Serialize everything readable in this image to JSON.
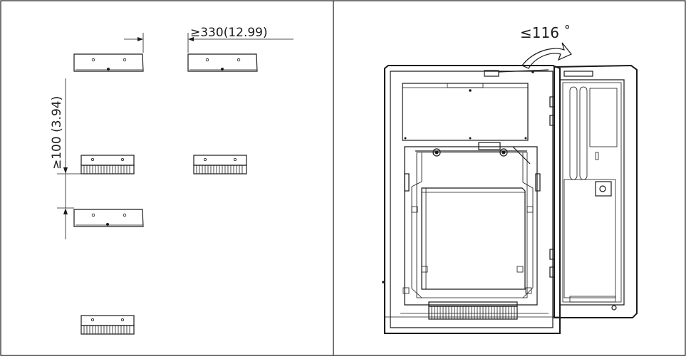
{
  "left_panel": {
    "horizontal_dimension": "≥330(12.99)",
    "vertical_dimension": "≥100 (3.94)"
  },
  "right_panel": {
    "door_angle": "≤116 ˚"
  }
}
